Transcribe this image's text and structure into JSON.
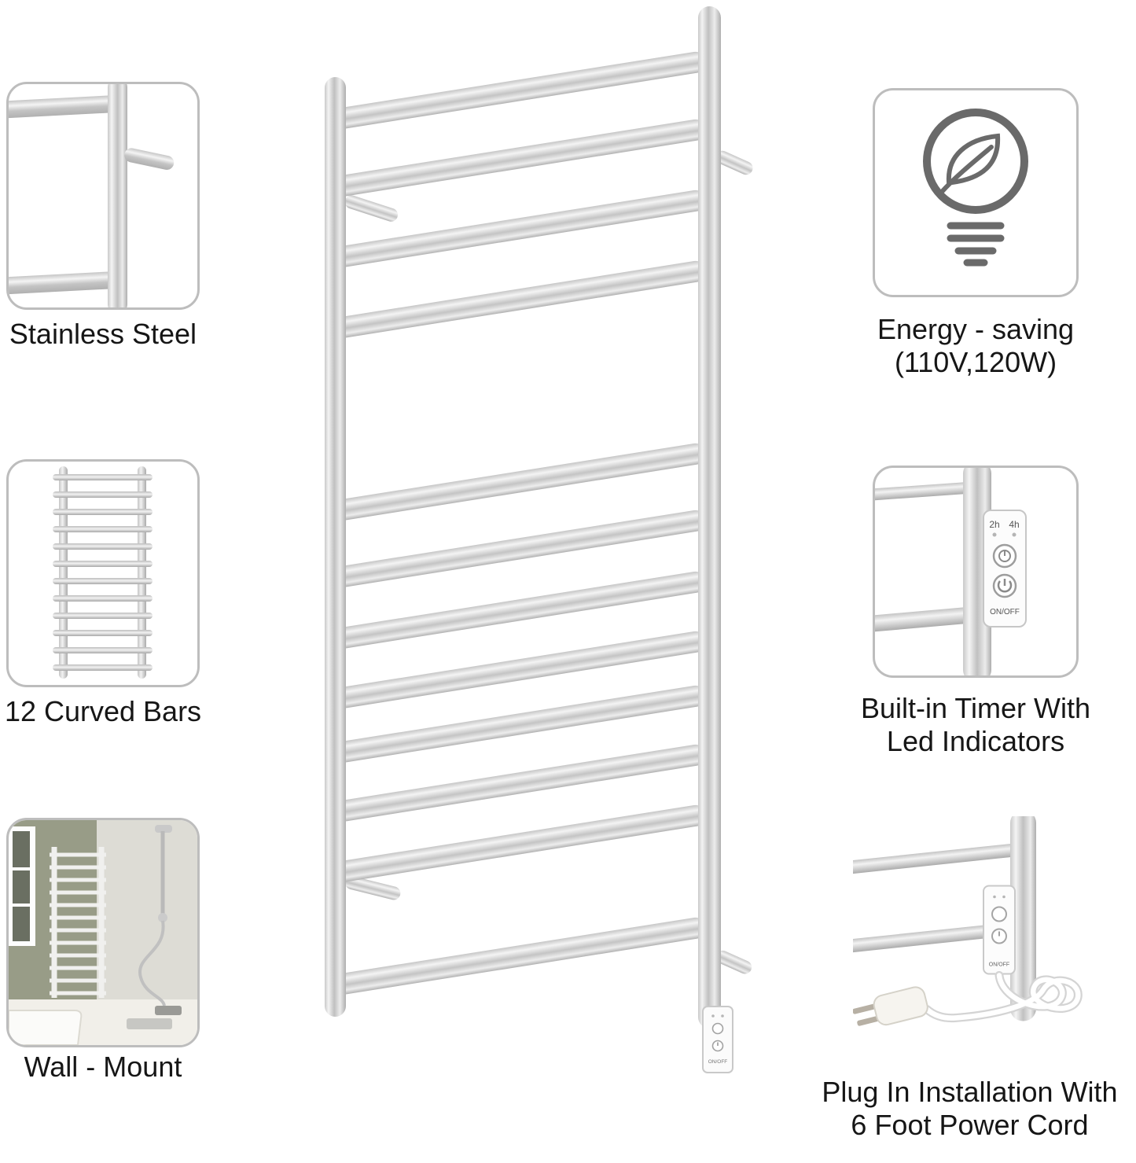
{
  "features": {
    "stainless_steel": {
      "caption": "Stainless Steel"
    },
    "curved_bars": {
      "caption": "12 Curved Bars"
    },
    "wall_mount": {
      "caption": "Wall - Mount"
    },
    "energy_saving": {
      "caption_line1": "Energy - saving",
      "caption_line2": "(110V,120W)"
    },
    "timer": {
      "caption_line1": "Built-in Timer With",
      "caption_line2": "Led Indicators"
    },
    "plug_in": {
      "caption_line1": "Plug In Installation With",
      "caption_line2": "6 Foot Power Cord"
    }
  },
  "control_panel": {
    "timer_2h": "2h",
    "timer_4h": "4h",
    "onoff": "ON/OFF"
  },
  "colors": {
    "box_border": "#bdbdbd",
    "icon_gray": "#6a6a6a",
    "metal_light": "#f3f3f3",
    "metal_dark": "#b5b5b5",
    "text": "#161616"
  }
}
